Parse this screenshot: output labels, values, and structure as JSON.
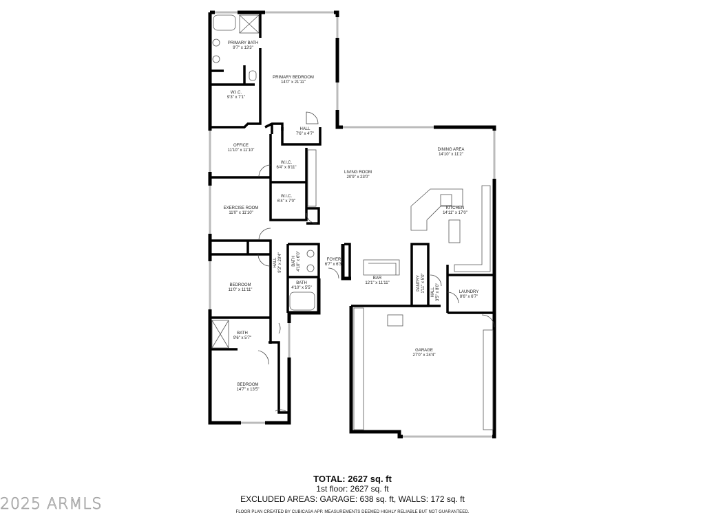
{
  "rooms": [
    {
      "name": "PRIMARY BATH",
      "dims": "9'7\" x 13'3\""
    },
    {
      "name": "PRIMARY BEDROOM",
      "dims": "14'0\" x 21'11\""
    },
    {
      "name": "W.I.C.",
      "dims": "9'3\" x 7'1\""
    },
    {
      "name": "HALL",
      "dims": "7'6\" x 4'7\""
    },
    {
      "name": "OFFICE",
      "dims": "11'10\" x 11'10\""
    },
    {
      "name": "W.I.C.",
      "dims": "6'4\" x 8'11\""
    },
    {
      "name": "W.I.C.",
      "dims": "6'4\" x 7'0\""
    },
    {
      "name": "LIVING ROOM",
      "dims": "20'9\" x 23'0\""
    },
    {
      "name": "DINING AREA",
      "dims": "14'10\" x 11'2\""
    },
    {
      "name": "KITCHEN",
      "dims": "14'11\" x 17'0\""
    },
    {
      "name": "EXERCISE ROOM",
      "dims": "11'0\" x 11'10\""
    },
    {
      "name": "HALL",
      "dims": "9'3\" x 20'4\""
    },
    {
      "name": "BATH",
      "dims": "4'10\" x 6'0\""
    },
    {
      "name": "FOYER",
      "dims": "6'7\" x 6'3\""
    },
    {
      "name": "BAR",
      "dims": "12'1\" x 11'11\""
    },
    {
      "name": "PANTRY",
      "dims": "1'11\" x 5'0\""
    },
    {
      "name": "HALL",
      "dims": "3'5\" x 8'0\""
    },
    {
      "name": "LAUNDRY",
      "dims": "8'6\" x 6'7\""
    },
    {
      "name": "BEDROOM",
      "dims": "11'0\" x 11'11\""
    },
    {
      "name": "BATH",
      "dims": "4'10\" x 5'5\""
    },
    {
      "name": "BATH",
      "dims": "9'6\" x 5'7\""
    },
    {
      "name": "GARAGE",
      "dims": "27'0\" x 24'4\""
    },
    {
      "name": "BEDROOM",
      "dims": "14'7\" x 13'5\""
    }
  ],
  "footer": {
    "total": "TOTAL: 2627 sq. ft",
    "floor": "1st floor: 2627 sq. ft",
    "excluded": "EXCLUDED AREAS: GARAGE: 638 sq. ft, WALLS: 172 sq. ft",
    "note": "FLOOR PLAN CREATED BY CUBICASA APP. MEASUREMENTS DEEMED HIGHLY RELIABLE BUT NOT GUARANTEED."
  },
  "watermark": "2025 ARMLS"
}
